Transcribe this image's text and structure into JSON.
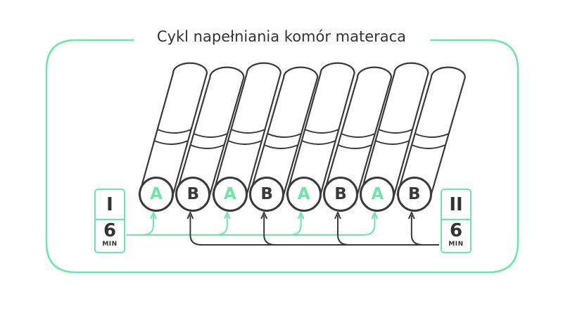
{
  "title": "Cykl napełniania komór materaca",
  "chambers": [
    "A",
    "B",
    "A",
    "B",
    "A",
    "B",
    "A",
    "B"
  ],
  "phase_left": {
    "numeral": "I",
    "minutes": "6",
    "unit": "MIN"
  },
  "phase_right": {
    "numeral": "II",
    "minutes": "6",
    "unit": "MIN"
  },
  "colors": {
    "accent": "#6ee6a7",
    "dark": "#3a3a3a",
    "text": "#333333"
  }
}
